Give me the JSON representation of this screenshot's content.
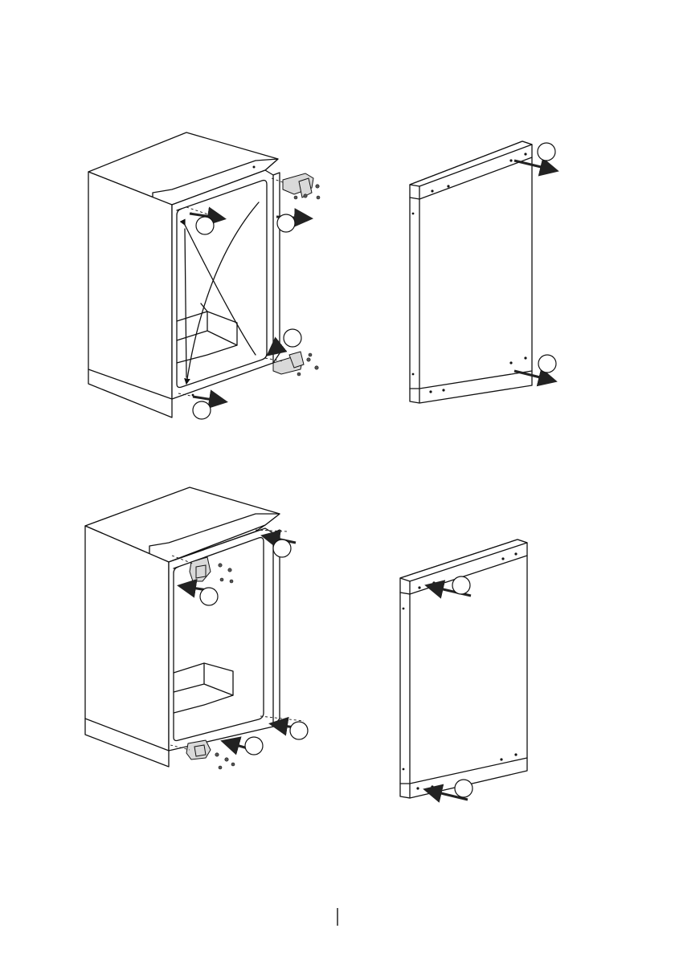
{
  "figures": [
    {
      "name": "cabinet-body-step-1"
    },
    {
      "name": "door-panel-step-1"
    },
    {
      "name": "cabinet-body-step-2"
    },
    {
      "name": "door-panel-step-2"
    }
  ],
  "callouts": {
    "count": 12,
    "labels": [
      "",
      "",
      "",
      "",
      "",
      "",
      "",
      "",
      "",
      "",
      "",
      ""
    ]
  },
  "footer": {
    "page_number_marker": ""
  }
}
